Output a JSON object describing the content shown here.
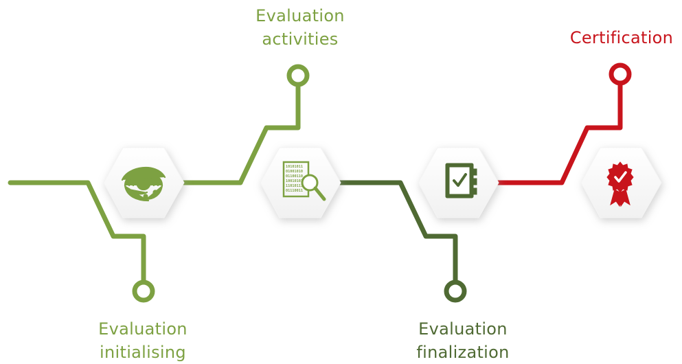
{
  "colors": {
    "light_green": "#7da142",
    "dark_green": "#4f6a33",
    "red": "#c8141c",
    "hexagon_fill": "#ffffff",
    "hexagon_shadow": "#cfcfcf"
  },
  "steps": [
    {
      "label_line1": "Evaluation",
      "label_line2": "initialising",
      "color": "#7da142",
      "icon": "fingerprint-icon"
    },
    {
      "label_line1": "Evaluation",
      "label_line2": "activities",
      "color": "#7da142",
      "icon": "binary-document-magnifier-icon"
    },
    {
      "label_line1": "Evaluation",
      "label_line2": "finalization",
      "color": "#4f6a33",
      "icon": "checklist-notebook-icon"
    },
    {
      "label_line1": "Certification",
      "label_line2": "",
      "color": "#c8141c",
      "icon": "award-badge-icon"
    }
  ]
}
